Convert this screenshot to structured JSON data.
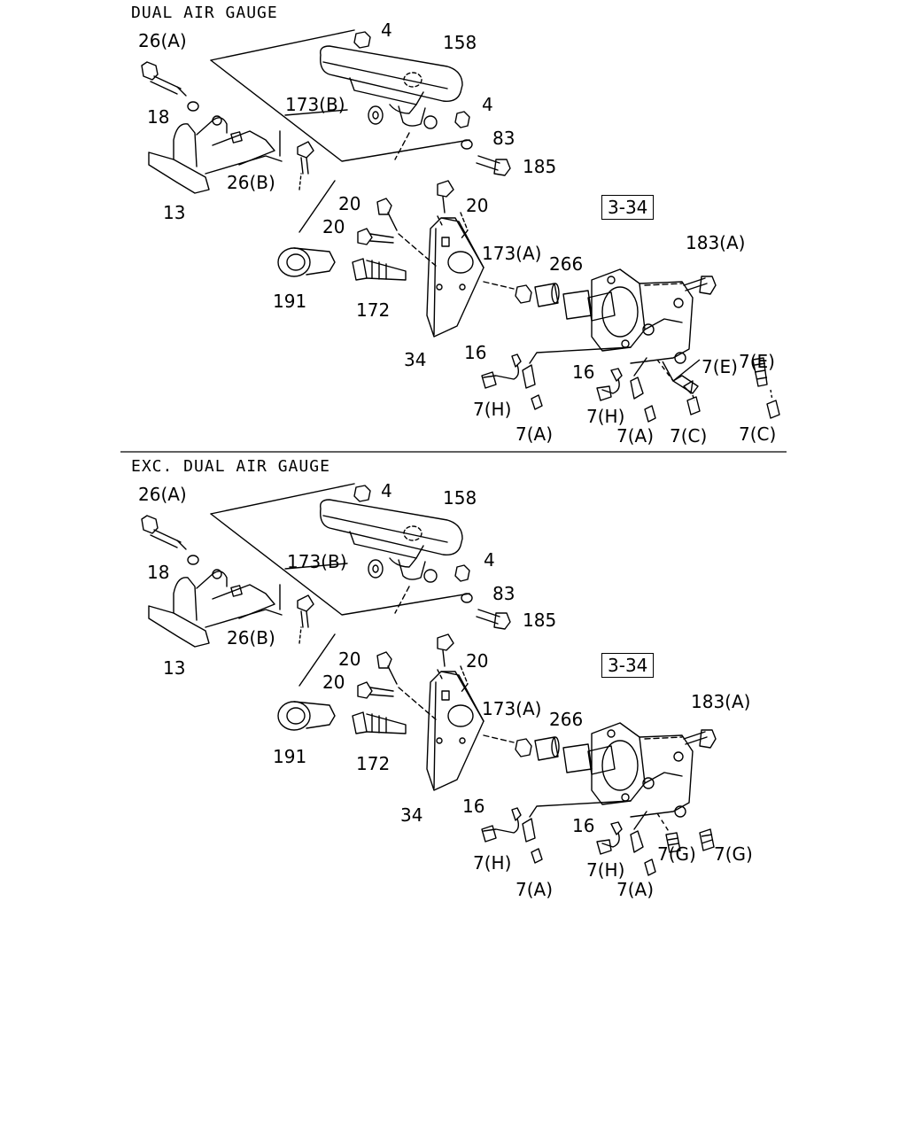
{
  "sections": [
    {
      "title": "DUAL AIR GAUGE",
      "ref_box": "3-34",
      "labels": {
        "l26a": "26(A)",
        "l4a": "4",
        "l158": "158",
        "l18": "18",
        "l173b": "173(B)",
        "l4b": "4",
        "l83": "83",
        "l185": "185",
        "l26b": "26(B)",
        "l13": "13",
        "l20a": "20",
        "l20b": "20",
        "l20c": "20",
        "l183a": "183(A)",
        "l173a": "173(A)",
        "l266": "266",
        "l191": "191",
        "l172": "172",
        "l34": "34",
        "l7e1": "7(E)",
        "l7e2": "7(E)",
        "l16a": "16",
        "l16b": "16",
        "l7h1": "7(H)",
        "l7h2": "7(H)",
        "l7a1": "7(A)",
        "l7a2": "7(A)",
        "l7c1": "7(C)",
        "l7c2": "7(C)"
      }
    },
    {
      "title": "EXC. DUAL AIR GAUGE",
      "ref_box": "3-34",
      "labels": {
        "l26a": "26(A)",
        "l4a": "4",
        "l158": "158",
        "l18": "18",
        "l173b": "173(B)",
        "l4b": "4",
        "l83": "83",
        "l185": "185",
        "l26b": "26(B)",
        "l13": "13",
        "l20a": "20",
        "l20b": "20",
        "l20c": "20",
        "l183a": "183(A)",
        "l173a": "173(A)",
        "l266": "266",
        "l191": "191",
        "l172": "172",
        "l34": "34",
        "l16a": "16",
        "l16b": "16",
        "l7h1": "7(H)",
        "l7h2": "7(H)",
        "l7a1": "7(A)",
        "l7a2": "7(A)",
        "l7g1": "7(G)",
        "l7g2": "7(G)"
      }
    }
  ]
}
